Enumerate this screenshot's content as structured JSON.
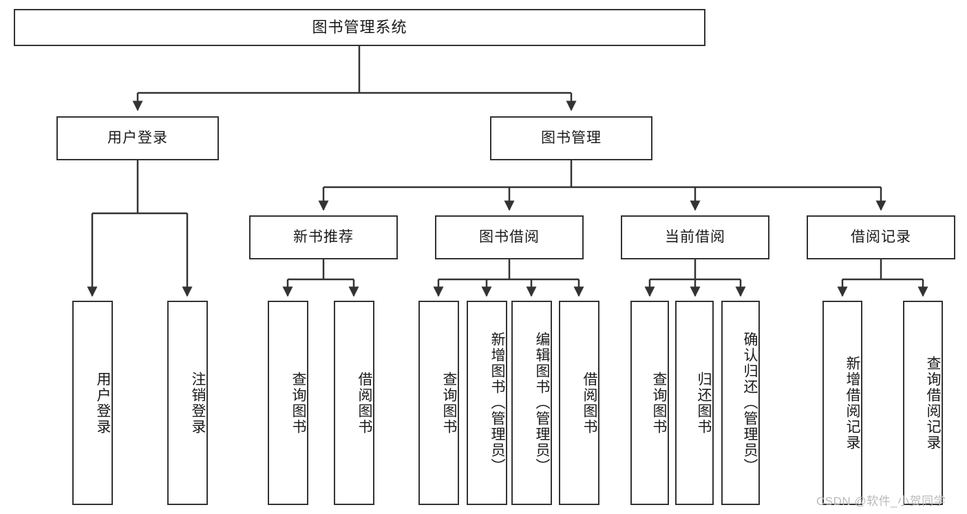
{
  "diagram": {
    "title": "图书管理系统",
    "type": "tree-hierarchy",
    "watermark": "CSDN @软件_小贺同学",
    "colors": {
      "box_border": "#333333",
      "box_fill": "#ffffff",
      "connector": "#333333",
      "text": "#1a1a1a",
      "watermark": "#b9b9b9"
    },
    "nodes": {
      "root": {
        "label": "图书管理系统"
      },
      "level2": [
        {
          "id": "user-login",
          "label": "用户登录"
        },
        {
          "id": "book-manage",
          "label": "图书管理"
        }
      ],
      "level3": [
        {
          "id": "new-book-recommend",
          "label": "新书推荐"
        },
        {
          "id": "book-borrow",
          "label": "图书借阅"
        },
        {
          "id": "current-borrow",
          "label": "当前借阅"
        },
        {
          "id": "borrow-record",
          "label": "借阅记录"
        }
      ],
      "leaves": {
        "user-login": [
          {
            "id": "leaf-user-login",
            "label": "用户登录"
          },
          {
            "id": "leaf-logout-login",
            "label": "注销登录"
          }
        ],
        "new-book-recommend": [
          {
            "id": "leaf-query-book-1",
            "label": "查询图书"
          },
          {
            "id": "leaf-borrow-book-1",
            "label": "借阅图书"
          }
        ],
        "book-borrow": [
          {
            "id": "leaf-query-book-2",
            "label": "查询图书"
          },
          {
            "id": "leaf-add-book",
            "label": "新增图书（管理员）"
          },
          {
            "id": "leaf-edit-book",
            "label": "编辑图书（管理员）"
          },
          {
            "id": "leaf-borrow-book-2",
            "label": "借阅图书"
          }
        ],
        "current-borrow": [
          {
            "id": "leaf-query-book-3",
            "label": "查询图书"
          },
          {
            "id": "leaf-return-book",
            "label": "归还图书"
          },
          {
            "id": "leaf-confirm-return",
            "label": "确认归还（管理员）"
          }
        ],
        "borrow-record": [
          {
            "id": "leaf-add-record",
            "label": "新增借阅记录"
          },
          {
            "id": "leaf-query-record",
            "label": "查询借阅记录"
          }
        ]
      }
    }
  }
}
